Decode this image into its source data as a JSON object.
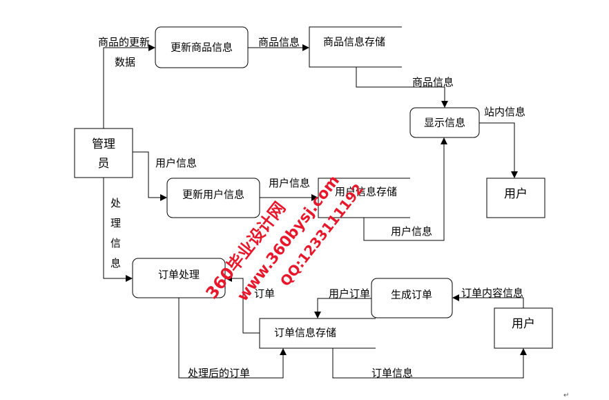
{
  "nodes": {
    "admin": "管理员",
    "update_goods": "更新商品信息",
    "goods_store": "商品信息存储",
    "display_info": "显示信息",
    "user_top": "用户",
    "update_user": "更新用户信息",
    "user_store": "用户信息存储",
    "order_process": "订单处理",
    "order_store": "订单信息存储",
    "generate_order": "生成订单",
    "user_bottom": "用户"
  },
  "edges": {
    "goods_update_data_line1": "商品的更新",
    "goods_update_data_line2": "数据",
    "goods_info_to_store": "商品信息",
    "goods_info_to_display": "商品信息",
    "site_info": "站内信息",
    "user_info_from_admin": "用户信息",
    "user_info_to_store": "用户信息",
    "user_info_to_display": "用户信息",
    "process_info_chars": [
      "处",
      "理",
      "信",
      "息"
    ],
    "order_to_process": "订单",
    "user_order": "用户订单",
    "order_content_info": "订单内容信息",
    "processed_order": "处理后的订单",
    "order_info": "订单信息"
  },
  "paragraph_mark": "↵",
  "watermark": {
    "site_cn": "360毕业设计网",
    "url": "www.360bysj.com",
    "qq": "QQ:1233111192",
    "color": "#e8182c"
  }
}
